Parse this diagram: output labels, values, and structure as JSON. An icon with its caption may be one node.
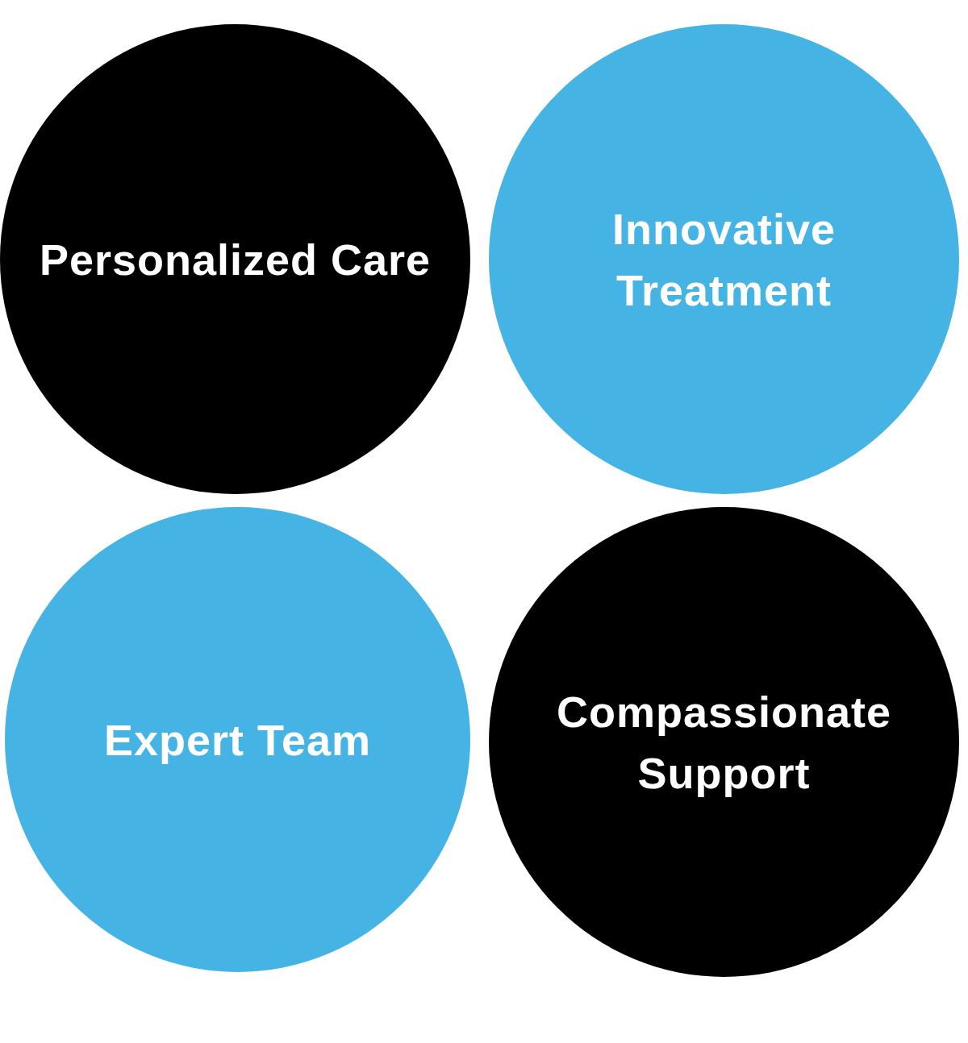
{
  "diagram": {
    "nodes": [
      {
        "text": [
          "Personalized Care"
        ]
      },
      {
        "text": [
          "Innovative Treatment"
        ]
      },
      {
        "text": [
          "Expert Team"
        ]
      },
      {
        "text": [
          "Compassionate Support"
        ]
      }
    ]
  }
}
